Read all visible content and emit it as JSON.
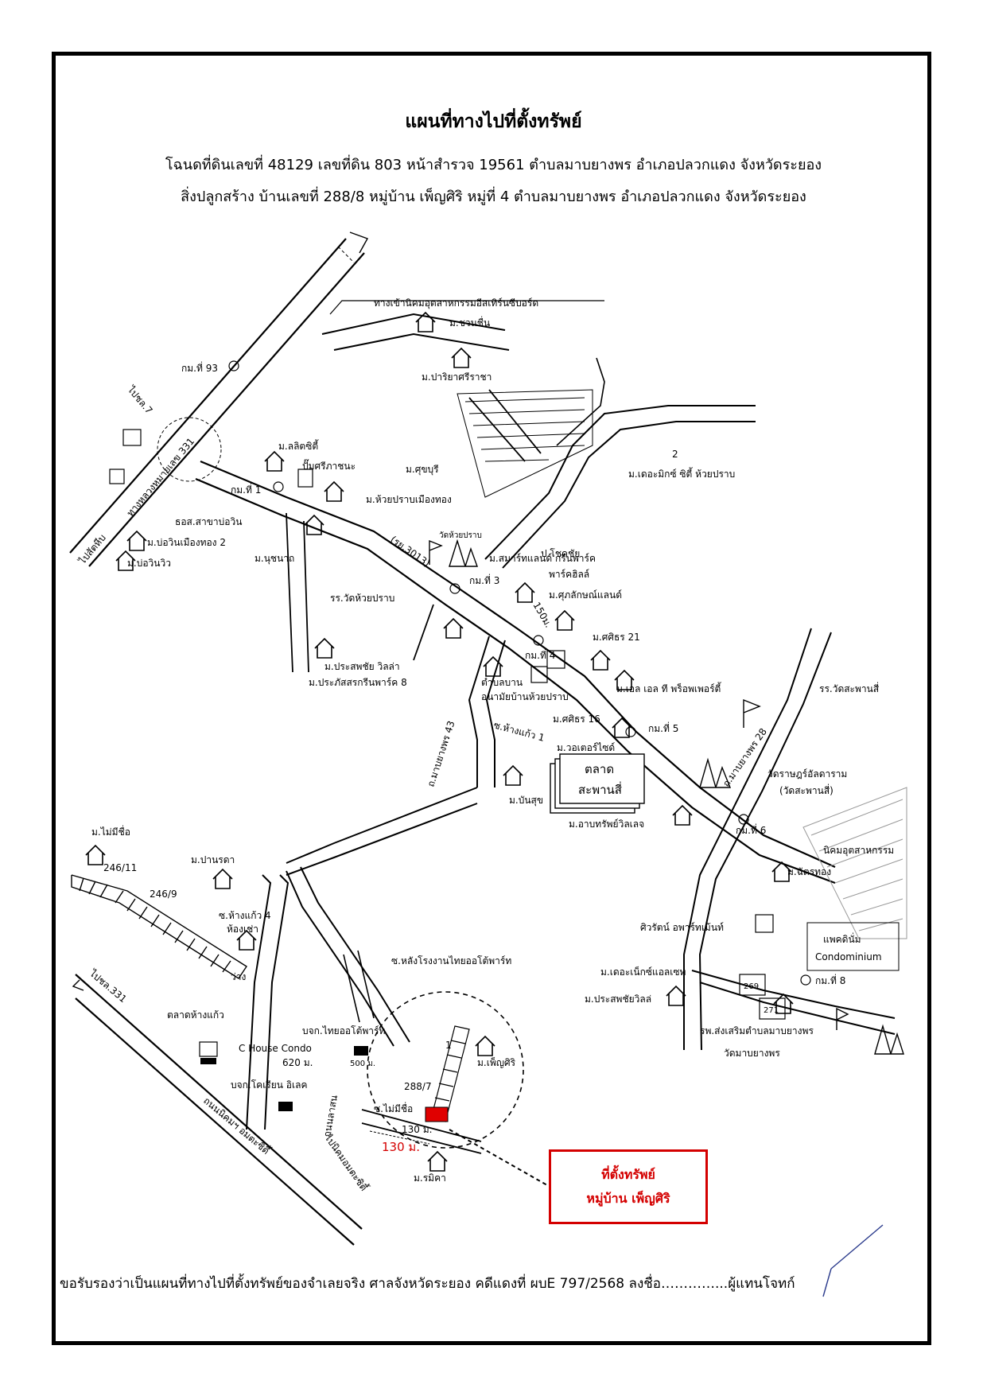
{
  "header": {
    "title": "แผนที่ทางไปที่ตั้งทรัพย์",
    "line1": "โฉนดที่ดินเลขที่ 48129 เลขที่ดิน 803  หน้าสำรวจ 19561  ตำบลมาบยางพร  อำเภอปลวกแดง  จังหวัดระยอง",
    "line2": "สิ่งปลูกสร้าง  บ้านเลขที่ 288/8  หมู่บ้าน เพ็ญศิริ  หมู่ที่ 4  ตำบลมาบยางพร  อำเภอปลวกแดง  จังหวัดระยอง"
  },
  "map": {
    "labels": {
      "eastern_seaboard": "ทางเข้านิคมอุตสาหกรรมอีสเทิร์นซีบอร์ด",
      "chuanchuen": "ม.ชวนชื่น",
      "pariya": "ม.ปาริยาศรีราชา",
      "km93": "กม.ที่ 93",
      "to_chonburi": "ไปชล.7",
      "hwy331": "ทางหลวงหมายเลข 331",
      "to_sattahip": "ไปสัตหีบ",
      "lalit": "ม.ลลิตซิตี้",
      "pump": "ปั๊มศรีภาชนะ",
      "sukburi": "ม.ศุขบุรี",
      "km1": "กม.ที่ 1",
      "huaipraab_muang": "ม.ห้วยปราบเมืองทอง",
      "bank": "ธอส.สาขาบ่อวิน",
      "bowin_muang2": "ม.บ่อวินเมืองทอง 2",
      "bowin_view": "ม.บ่อวินวิว",
      "nuchanat": "ม.นุชนาถ",
      "rayong3013": "(รย.3013)",
      "temple_name": "วัดห้วยปราบ",
      "school_huaipraab": "รร.วัดห้วยปราบ",
      "km3": "กม.ที่ 3",
      "smartland": "ม.สมาร์ทแลนด์ กรีนพาร์ค",
      "parkhill": "พาร์คฮิลล์",
      "supalak": "ม.ศุภลักษณ์แลนด์",
      "dist150": "150ม.",
      "the_mix": "ม.เดอะมิกซ์ ซิตี้ ห้วยปราบ",
      "circle2": "2",
      "chokchai": "ป.โชคชัย",
      "prasopchai": "ม.ประสพชัย วิลล่า",
      "prasatgreen": "ม.ประภัสสรกรีนพาร์ค 8",
      "sirin21": "ม.ศศิธร 21",
      "km4": "กม.ที่ 4",
      "tambon_office": "ตำบลบาน",
      "health_center": "อนามัยบ้านห้วยปราบ",
      "sirin16": "ม.ศศิธร 16",
      "ll_property": "ม.เอล เอล ที พร็อพเพอร์ตี้",
      "km5": "กม.ที่ 5",
      "school_sapansi": "รร.วัดสะพานสี่",
      "soi_hangkaew1": "ซ.ห้างแก้ว 1",
      "mapyangporn43": "ถ.มาบยางพร 43",
      "waterside": "ม.วอเตอร์ไซด์",
      "market_line1": "ตลาด",
      "market_line2": "สะพานสี่",
      "bunsuk": "ม.บันสุข",
      "arbsap": "ม.อาบทรัพย์วิลเลจ",
      "mapyangporn28": "ถ.มาบยางพร 28",
      "wat_rat": "วัดราษฎร์อัลดาราม",
      "wat_sapansi": "(วัดสะพานสี่)",
      "km6": "กม.ที่ 6",
      "industrial": "นิคมอุตสาหกรรม",
      "no_name": "ม.ไม่มีชื่อ",
      "n246_11": "246/11",
      "n246_9": "246/9",
      "pannarada": "ม.ปานรดา",
      "chatthong": "ม.ฉัตรทอง",
      "siwarat": "ศิวรัตน์ อพาร์ทเม้นท์",
      "patkin_line1": "แพคดินั่ม",
      "patkin_line2": "Condominium",
      "hangkaew4": "ซ.ห้างแก้ว 4",
      "rooms": "ห้องเช่า",
      "vacant": "ว่าง",
      "soi_thai_auto": "ซ.หลังโรงงานไทยออโต้พาร์ท",
      "the_nest": "ม.เดอะเน็กซ์แอลเซท",
      "prasopchai2": "ม.ประสพชัยวิลล่",
      "n269": "269",
      "n271": "271",
      "km8": "กม.ที่ 8",
      "hospital": "รพ.ส่งเสริมตำบลมาบยางพร",
      "wat_mapyangporn": "วัดมาบยางพร",
      "to_331": "ไปชล.331",
      "hangkaew_market": "ตลาดห้างแก้ว",
      "c_house": "C House Condo",
      "d620": "620 ม.",
      "thai_auto": "บจก.ไทยออโต้พาร์ท",
      "d500": "500 ม.",
      "korean": "บจก.โคเรียน อิเลค",
      "soi_lasan": "ถนนลาสน",
      "nikhom_road": "ถนนนิคมฯ อมตะซิตี้",
      "to_amata": "ไปนิคมอมตะซิตี้",
      "circle1": "1",
      "penisiri": "ม.เพ็ญศิริ",
      "n288_7": "288/7",
      "soi_no_name": "ซ.ไม่มีชื่อ",
      "d130": "130 ม.",
      "d130_red": "130 ม.",
      "romika": "ม.รมิคา"
    },
    "callout": {
      "line1": "ที่ตั้งทรัพย์",
      "line2": "หมู่บ้าน เพ็ญศิริ"
    },
    "colors": {
      "marker": "#e00000",
      "callout_border": "#d40000",
      "road": "#000000"
    }
  },
  "footer": {
    "text": "ขอรับรองว่าเป็นแผนที่ทางไปที่ตั้งทรัพย์ของจำเลยจริง ศาลจังหวัดระยอง คดีแดงที่ ผบE 797/2568 ลงชื่อ…………...ผู้แทนโจทก์"
  }
}
